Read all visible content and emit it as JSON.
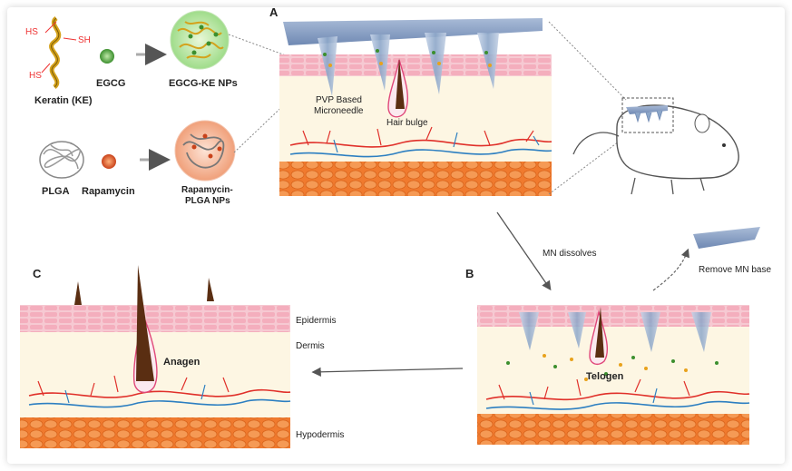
{
  "panels": {
    "a": {
      "letter": "A"
    },
    "b": {
      "letter": "B"
    },
    "c": {
      "letter": "C"
    }
  },
  "materials": {
    "keratin": "Keratin (KE)",
    "hs_top": "HS",
    "sh": "SH",
    "hs_bottom": "HS",
    "egcg": "EGCG",
    "egcg_ke_nps": "EGCG-KE NPs",
    "plga": "PLGA",
    "rapamycin": "Rapamycin",
    "rapamycin_plga_nps_line1": "Rapamycin-",
    "rapamycin_plga_nps_line2": "PLGA NPs"
  },
  "panel_a": {
    "pvp_line1": "PVP Based",
    "pvp_line2": "Microneedle",
    "hair_bulge": "Hair bulge"
  },
  "arrows": {
    "mn_dissolves": "MN dissolves",
    "remove_mn": "Remove MN base"
  },
  "panel_b": {
    "telogen": "Telogen"
  },
  "panel_c": {
    "anagen": "Anagen",
    "epidermis": "Epidermis",
    "dermis": "Dermis",
    "hypodermis": "Hypodermis"
  },
  "colors": {
    "skin_pink": "#f4b6c2",
    "dermis": "#fdf6e3",
    "fat": "#f07a2e",
    "needle": "#8ca6c8",
    "hair": "#5a2e12",
    "vessel_red": "#e0302a",
    "vessel_blue": "#2d7fc1"
  }
}
